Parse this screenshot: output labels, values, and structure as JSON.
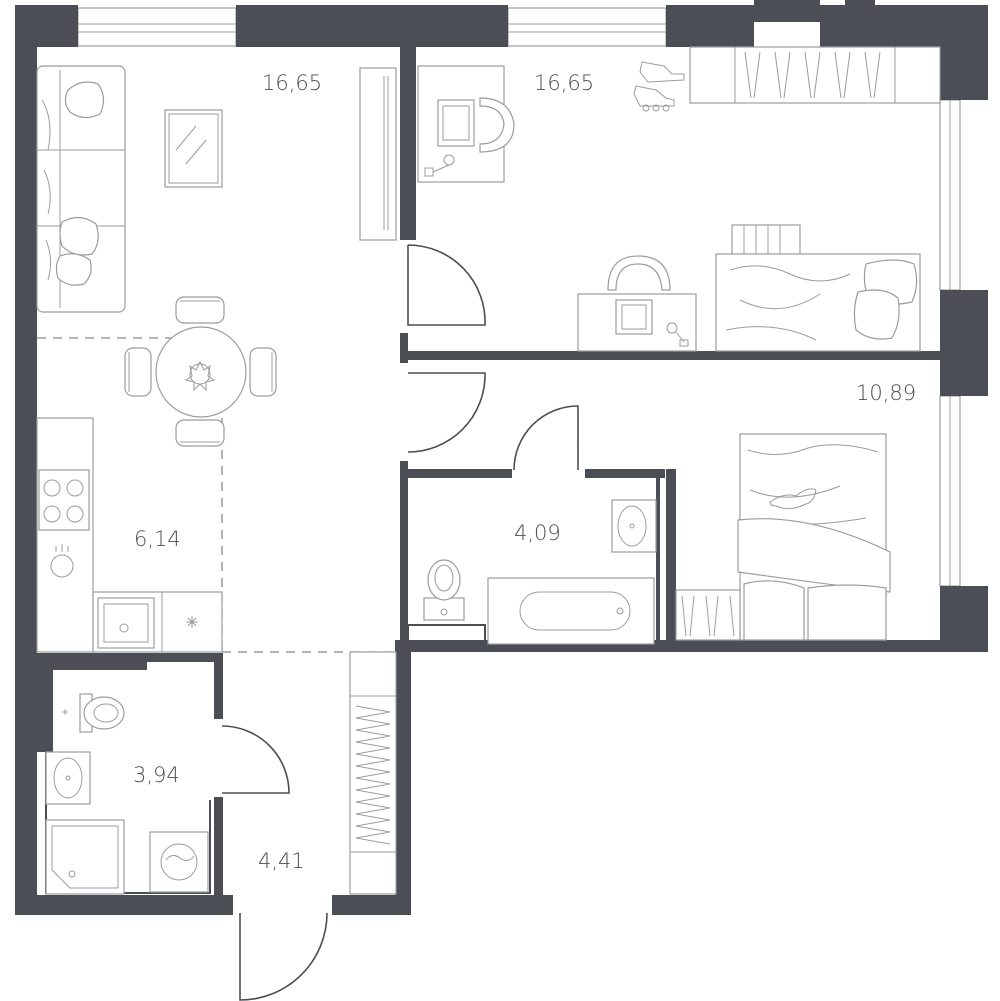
{
  "rooms": {
    "living_room": {
      "area": "16,65"
    },
    "bedroom_children": {
      "area": "16,65"
    },
    "bedroom": {
      "area": "10,89"
    },
    "kitchen": {
      "area": "6,14"
    },
    "bathroom": {
      "area": "4,09"
    },
    "wc": {
      "area": "3,94"
    },
    "hall": {
      "area": "4,41"
    }
  },
  "colors": {
    "wall": "#4b4e55",
    "furniture_line": "#9a9ca1",
    "background": "#ffffff"
  }
}
